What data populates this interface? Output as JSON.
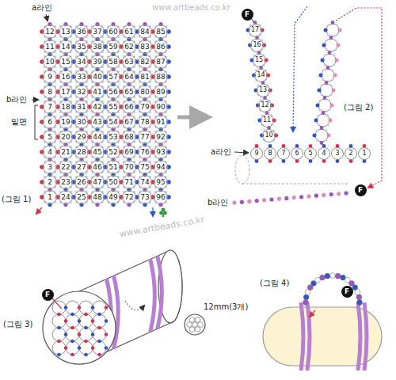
{
  "diagram": {
    "nodes": [
      {
        "text": [
          "12"
        ]
      },
      {
        "text": [
          "13"
        ]
      },
      {
        "text": [
          "36"
        ]
      },
      {
        "text": [
          "37"
        ]
      },
      {
        "text": [
          "60"
        ]
      },
      {
        "text": [
          "61"
        ]
      },
      {
        "text": [
          "84"
        ]
      },
      {
        "text": [
          "85"
        ]
      },
      {
        "text": [
          "11"
        ]
      },
      {
        "text": [
          "14"
        ]
      },
      {
        "text": [
          "35"
        ]
      },
      {
        "text": [
          "38"
        ]
      },
      {
        "text": [
          "59"
        ]
      },
      {
        "text": [
          "62"
        ]
      },
      {
        "text": [
          "83"
        ]
      },
      {
        "text": [
          "86"
        ]
      },
      {
        "text": [
          "10"
        ]
      },
      {
        "text": [
          "15"
        ]
      },
      {
        "text": [
          "34"
        ]
      },
      {
        "text": [
          "39"
        ]
      },
      {
        "text": [
          "58"
        ]
      },
      {
        "text": [
          "63"
        ]
      },
      {
        "text": [
          "82"
        ]
      },
      {
        "text": [
          "87"
        ]
      },
      {
        "text": [
          "9"
        ]
      },
      {
        "text": [
          "16"
        ]
      },
      {
        "text": [
          "33"
        ]
      },
      {
        "text": [
          "40"
        ]
      },
      {
        "text": [
          "57"
        ]
      },
      {
        "text": [
          "64"
        ]
      },
      {
        "text": [
          "81"
        ]
      },
      {
        "text": [
          "88"
        ]
      },
      {
        "text": [
          "8"
        ]
      },
      {
        "text": [
          "17"
        ]
      },
      {
        "text": [
          "32"
        ]
      },
      {
        "text": [
          "41"
        ]
      },
      {
        "text": [
          "56"
        ]
      },
      {
        "text": [
          "65"
        ]
      },
      {
        "text": [
          "80"
        ]
      },
      {
        "text": [
          "89"
        ]
      },
      {
        "text": [
          "7"
        ]
      },
      {
        "text": [
          "18"
        ]
      },
      {
        "text": [
          "31"
        ]
      },
      {
        "text": [
          "42"
        ]
      },
      {
        "text": [
          "55"
        ]
      },
      {
        "text": [
          "66"
        ]
      },
      {
        "text": [
          "79"
        ]
      },
      {
        "text": [
          "90"
        ]
      },
      {
        "text": [
          "6"
        ]
      },
      {
        "text": [
          "19"
        ]
      },
      {
        "text": [
          "30"
        ]
      },
      {
        "text": [
          "43"
        ]
      },
      {
        "text": [
          "54"
        ]
      },
      {
        "text": [
          "67"
        ]
      },
      {
        "text": [
          "78"
        ]
      },
      {
        "text": [
          "91"
        ]
      },
      {
        "text": [
          "5"
        ]
      },
      {
        "text": [
          "20"
        ]
      },
      {
        "text": [
          "29"
        ]
      },
      {
        "text": [
          "44"
        ]
      },
      {
        "text": [
          "53"
        ]
      },
      {
        "text": [
          "68"
        ]
      },
      {
        "text": [
          "77"
        ]
      },
      {
        "text": [
          "92"
        ]
      },
      {
        "text": [
          "4"
        ]
      },
      {
        "text": [
          "21"
        ]
      },
      {
        "text": [
          "28"
        ]
      },
      {
        "text": [
          "45"
        ]
      },
      {
        "text": [
          "52"
        ]
      },
      {
        "text": [
          "69"
        ]
      },
      {
        "text": [
          "76"
        ]
      },
      {
        "text": [
          "93"
        ]
      },
      {
        "text": [
          "3"
        ]
      },
      {
        "text": [
          "22"
        ]
      },
      {
        "text": [
          "27"
        ]
      },
      {
        "text": [
          "46"
        ]
      },
      {
        "text": [
          "51"
        ]
      },
      {
        "text": [
          "70"
        ]
      },
      {
        "text": [
          "75"
        ]
      },
      {
        "text": [
          "94"
        ]
      },
      {
        "text": [
          "2"
        ]
      },
      {
        "text": [
          "23"
        ]
      },
      {
        "text": [
          "26"
        ]
      },
      {
        "text": [
          "47"
        ]
      },
      {
        "text": [
          "50"
        ]
      },
      {
        "text": [
          "71"
        ]
      },
      {
        "text": [
          "74"
        ]
      },
      {
        "text": [
          "95"
        ]
      },
      {
        "text": [
          "1"
        ]
      },
      {
        "text": [
          "24"
        ]
      },
      {
        "text": [
          "25"
        ]
      },
      {
        "text": [
          "48"
        ]
      },
      {
        "text": [
          "49"
        ]
      },
      {
        "text": [
          "72"
        ]
      },
      {
        "text": [
          "73"
        ]
      },
      {
        "text": [
          "96"
        ]
      },
      {
        "text": [
          "F"
        ]
      },
      {
        "text": [
          "17"
        ]
      },
      {
        "text": [
          "16"
        ]
      },
      {
        "text": [
          "15"
        ]
      },
      {
        "text": [
          "14"
        ]
      },
      {
        "text": [
          "13"
        ]
      },
      {
        "text": [
          "12"
        ]
      },
      {
        "text": [
          "11"
        ]
      },
      {
        "text": [
          "10"
        ]
      },
      {
        "text": [
          "9"
        ]
      },
      {
        "text": [
          "8"
        ]
      },
      {
        "text": [
          "7"
        ]
      },
      {
        "text": [
          "6"
        ]
      },
      {
        "text": [
          "5"
        ]
      },
      {
        "text": [
          "4"
        ]
      },
      {
        "text": [
          "3"
        ]
      },
      {
        "text": [
          "2"
        ]
      },
      {
        "text": [
          "1"
        ]
      },
      {
        "text": [
          "F"
        ]
      },
      {
        "text": [
          "F"
        ]
      },
      {
        "text": [
          "F"
        ]
      }
    ],
    "labels": [
      "a라인",
      "b라인",
      "밑면",
      "(그림 1)",
      "www.artbeads.co.kr",
      "(그림 2)",
      "a라인",
      "b라인",
      "www.artbeads.co.kr",
      "12mm(3개)",
      "(그림 3)",
      "(그림 4)"
    ]
  }
}
